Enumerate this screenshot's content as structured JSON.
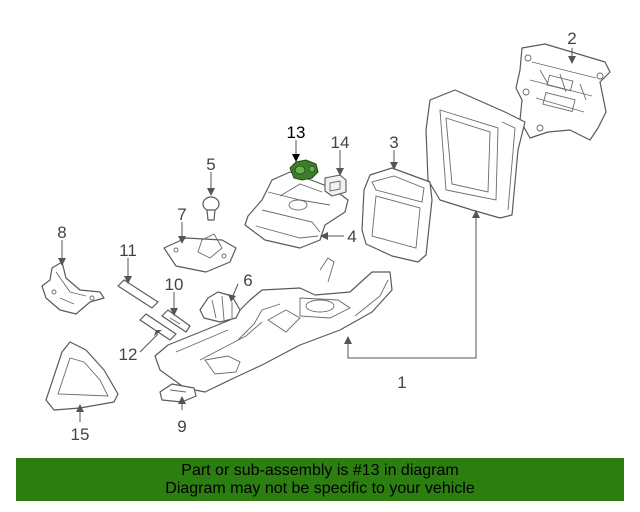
{
  "callouts": {
    "c1": "1",
    "c2": "2",
    "c3": "3",
    "c4": "4",
    "c5": "5",
    "c6": "6",
    "c7": "7",
    "c8": "8",
    "c9": "9",
    "c10": "10",
    "c11": "11",
    "c12": "12",
    "c13": "13",
    "c14": "14",
    "c15": "15"
  },
  "highlighted_part": "13",
  "colors": {
    "banner_background": "#2c7e11",
    "highlight_part": "#3b7f2b",
    "line_art": "#5a5a5a"
  },
  "banner": {
    "line1": "Part or sub-assembly is #13 in diagram",
    "line2": "Diagram may not be specific to your vehicle"
  }
}
